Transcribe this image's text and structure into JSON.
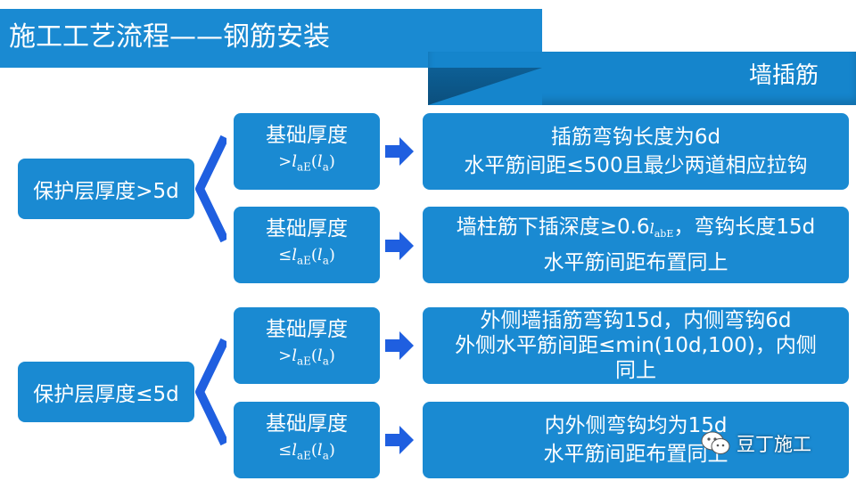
{
  "header": {
    "title": "施工工艺流程——钢筋安装",
    "subtitle": "墙插筋"
  },
  "groups": [
    {
      "left_label": "保护层厚度>5d",
      "rows": [
        {
          "mid_line1": "基础厚度",
          "mid_op": ">",
          "right_line1": "插筋弯钩长度为6d",
          "right_line2": "水平筋间距≤500且最少两道相应拉钩"
        },
        {
          "mid_line1": "基础厚度",
          "mid_op": "≤",
          "right_line1_pre": "墙柱筋下插深度≥0.6",
          "right_line1_post": "，弯钩长度15d",
          "right_line2": "水平筋间距布置同上"
        }
      ]
    },
    {
      "left_label": "保护层厚度≤5d",
      "rows": [
        {
          "mid_line1": "基础厚度",
          "mid_op": ">",
          "right_line1": "外侧墙插筋弯钩15d，内侧弯钩6d",
          "right_line2": "外侧水平筋间距≤min(10d,100)，内侧",
          "right_line3": "同上"
        },
        {
          "mid_line1": "基础厚度",
          "mid_op": "≤",
          "right_line1": "内外侧弯钩均为15d",
          "right_line2": "水平筋间距布置同上"
        }
      ]
    }
  ],
  "formula": {
    "l": "l",
    "sub_aE": "aE",
    "sub_a": "a",
    "sub_abE": "abE"
  },
  "watermark": {
    "text": "豆丁施工",
    "icon": "wechat-icon"
  },
  "colors": {
    "box_blue": "#1a8ad2",
    "arrow_blue": "#1f5fe0",
    "dark_blue": "#0b4f7d"
  }
}
